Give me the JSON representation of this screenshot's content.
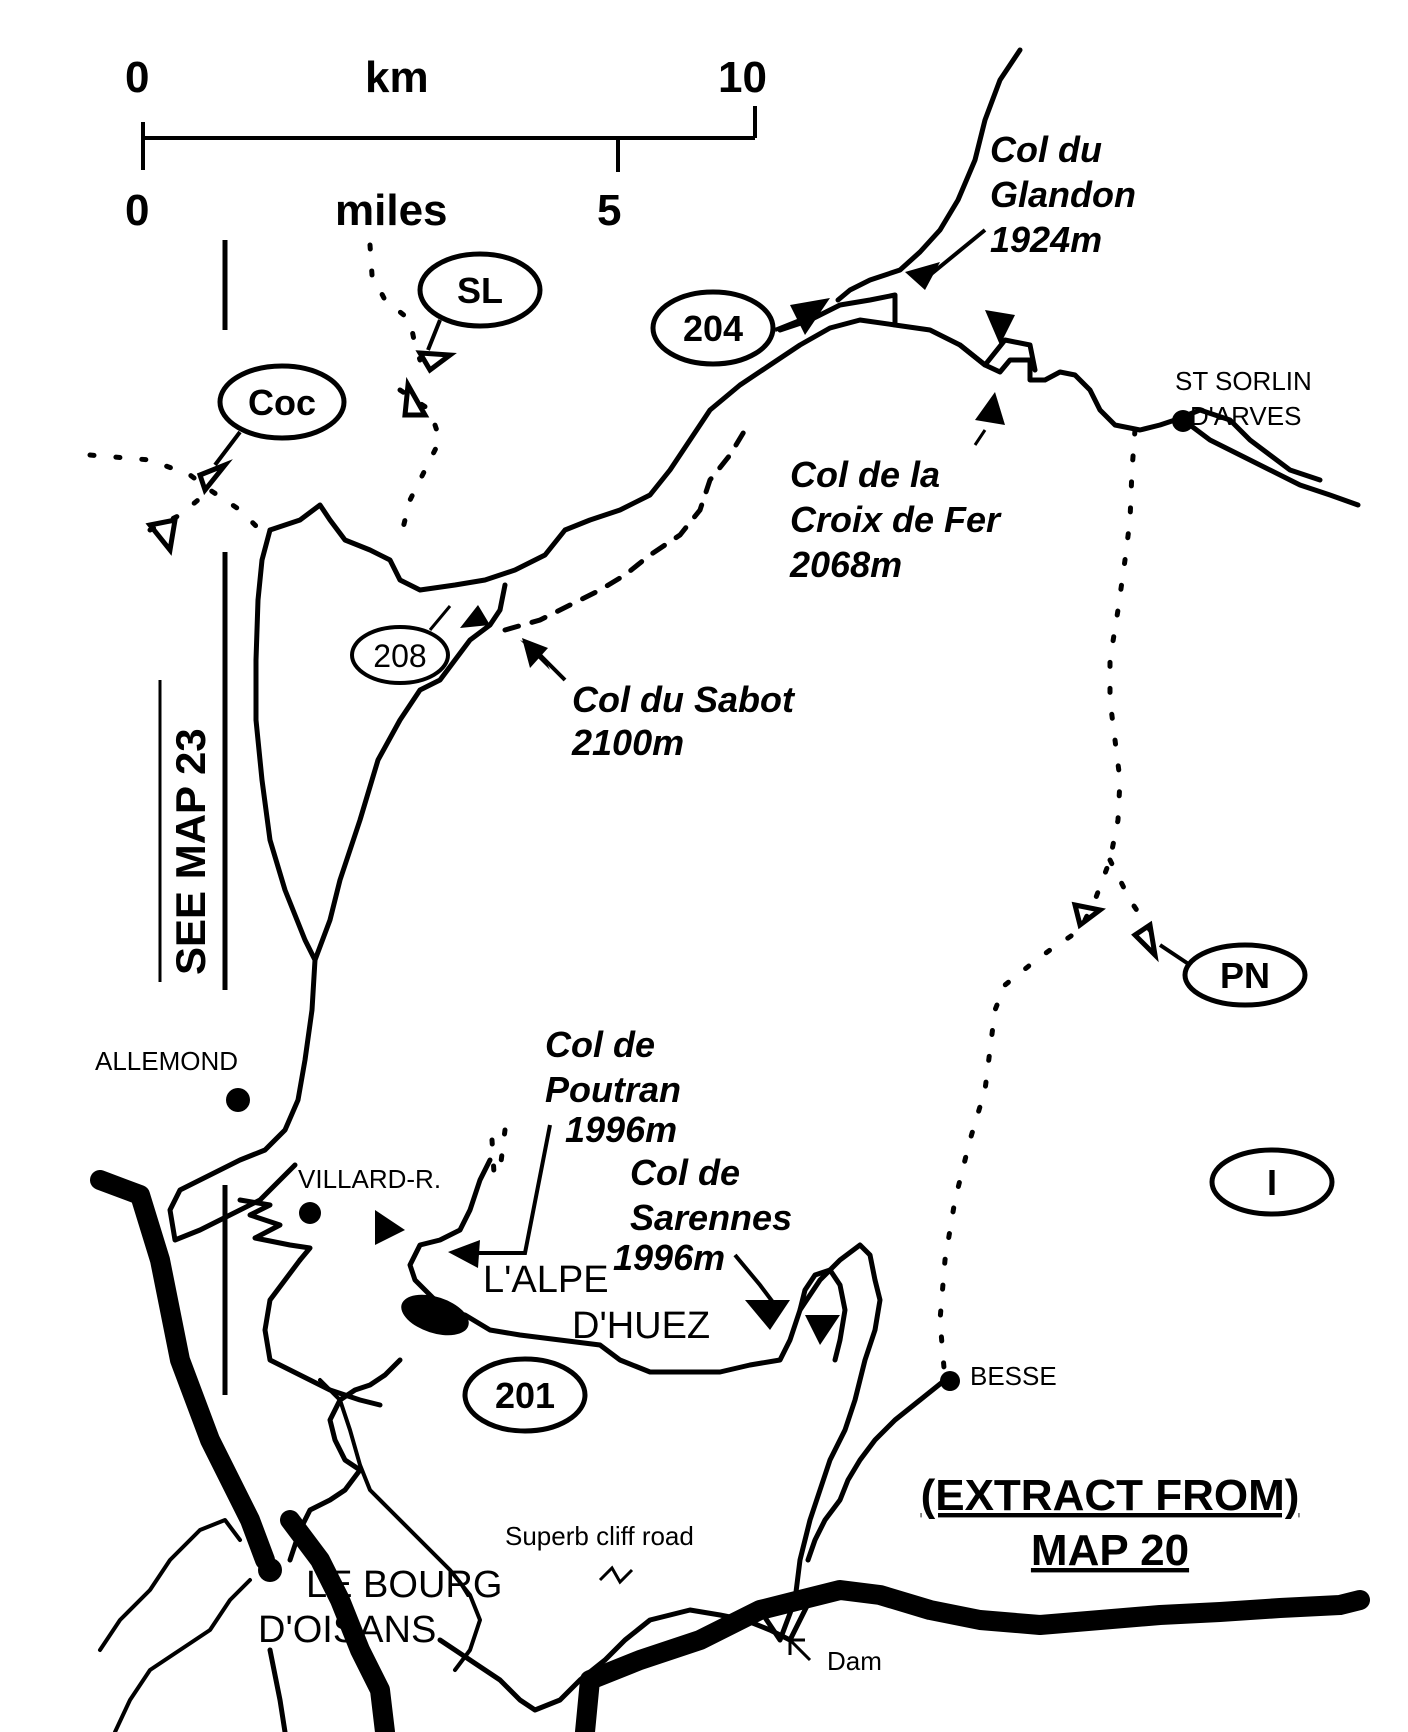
{
  "scale_bar": {
    "km_start": "0",
    "km_label": "km",
    "km_end": "10",
    "miles_start": "0",
    "miles_label": "miles",
    "miles_mid": "5"
  },
  "passes": {
    "glandon": {
      "line1": "Col du",
      "line2": "Glandon",
      "line3": "1924m"
    },
    "croix_de_fer": {
      "line1": "Col de la",
      "line2": "Croix de Fer",
      "line3": "2068m"
    },
    "sabot": {
      "line1": "Col du Sabot",
      "line2": "2100m"
    },
    "poutran": {
      "line1": "Col de",
      "line2": "Poutran",
      "line3": "1996m"
    },
    "sarennes": {
      "line1": "Col de",
      "line2": "Sarennes",
      "line3": "1996m"
    }
  },
  "towns": {
    "st_sorlin": {
      "line1": "ST SORLIN",
      "line2": "D'ARVES"
    },
    "allemond": "ALLEMOND",
    "villard": "VILLARD-R.",
    "alpe_dhuez": {
      "line1": "L'ALPE",
      "line2": "D'HUEZ"
    },
    "besse": "BESSE",
    "bourg": {
      "line1": "LE BOURG",
      "line2": "D'OISANS"
    }
  },
  "route_badges": {
    "r204": "204",
    "r208": "208",
    "r201": "201",
    "sl": "SL",
    "coc": "Coc",
    "pn": "PN",
    "i": "I"
  },
  "annotations": {
    "see_map": "SEE MAP 23",
    "cliff_road": "Superb cliff road",
    "dam": "Dam"
  },
  "extract": {
    "line1": "(EXTRACT FROM)",
    "line2": "MAP 20"
  }
}
